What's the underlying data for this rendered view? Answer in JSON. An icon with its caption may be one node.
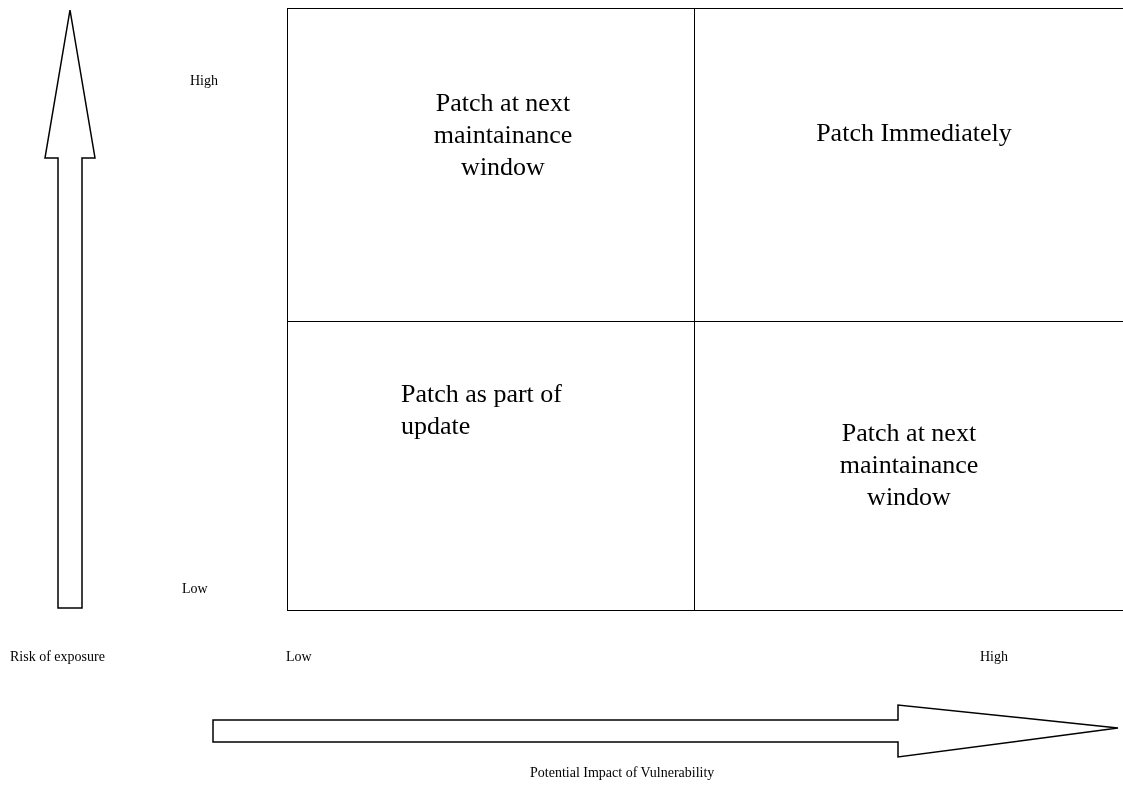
{
  "diagram": {
    "nodes": [
      {
        "text": [
          "Patch at next maintainance window"
        ]
      },
      {
        "text": [
          "Patch Immediately"
        ]
      },
      {
        "text": [
          "Patch as part of update"
        ]
      },
      {
        "text": [
          "Patch at next maintainance window"
        ]
      }
    ],
    "labels": [
      "High",
      "Low",
      "Risk of exposure",
      "Low",
      "High",
      "Potential Impact of Vulnerability"
    ]
  }
}
